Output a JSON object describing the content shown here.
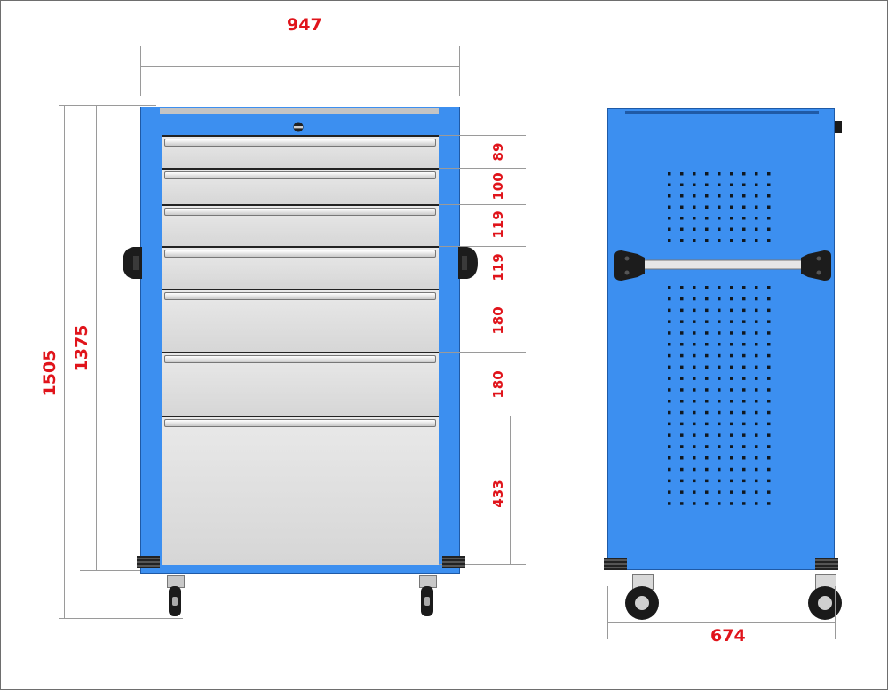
{
  "colors": {
    "dimension_text": "#e0141b",
    "cabinet_body": "#2f86e8",
    "drawer_face": "#dcdcdc"
  },
  "dimensions": {
    "overall_width": "947",
    "overall_height": "1505",
    "body_height": "1375",
    "depth": "674"
  },
  "drawers": [
    {
      "height": "89"
    },
    {
      "height": "100"
    },
    {
      "height": "119"
    },
    {
      "height": "119"
    },
    {
      "height": "180"
    },
    {
      "height": "180"
    },
    {
      "height": "433"
    }
  ],
  "icons": {
    "lock": "lock-icon",
    "side_handle": "cabinet-handle-icon",
    "push_bar": "push-handle-icon",
    "caster": "caster-wheel-icon"
  }
}
